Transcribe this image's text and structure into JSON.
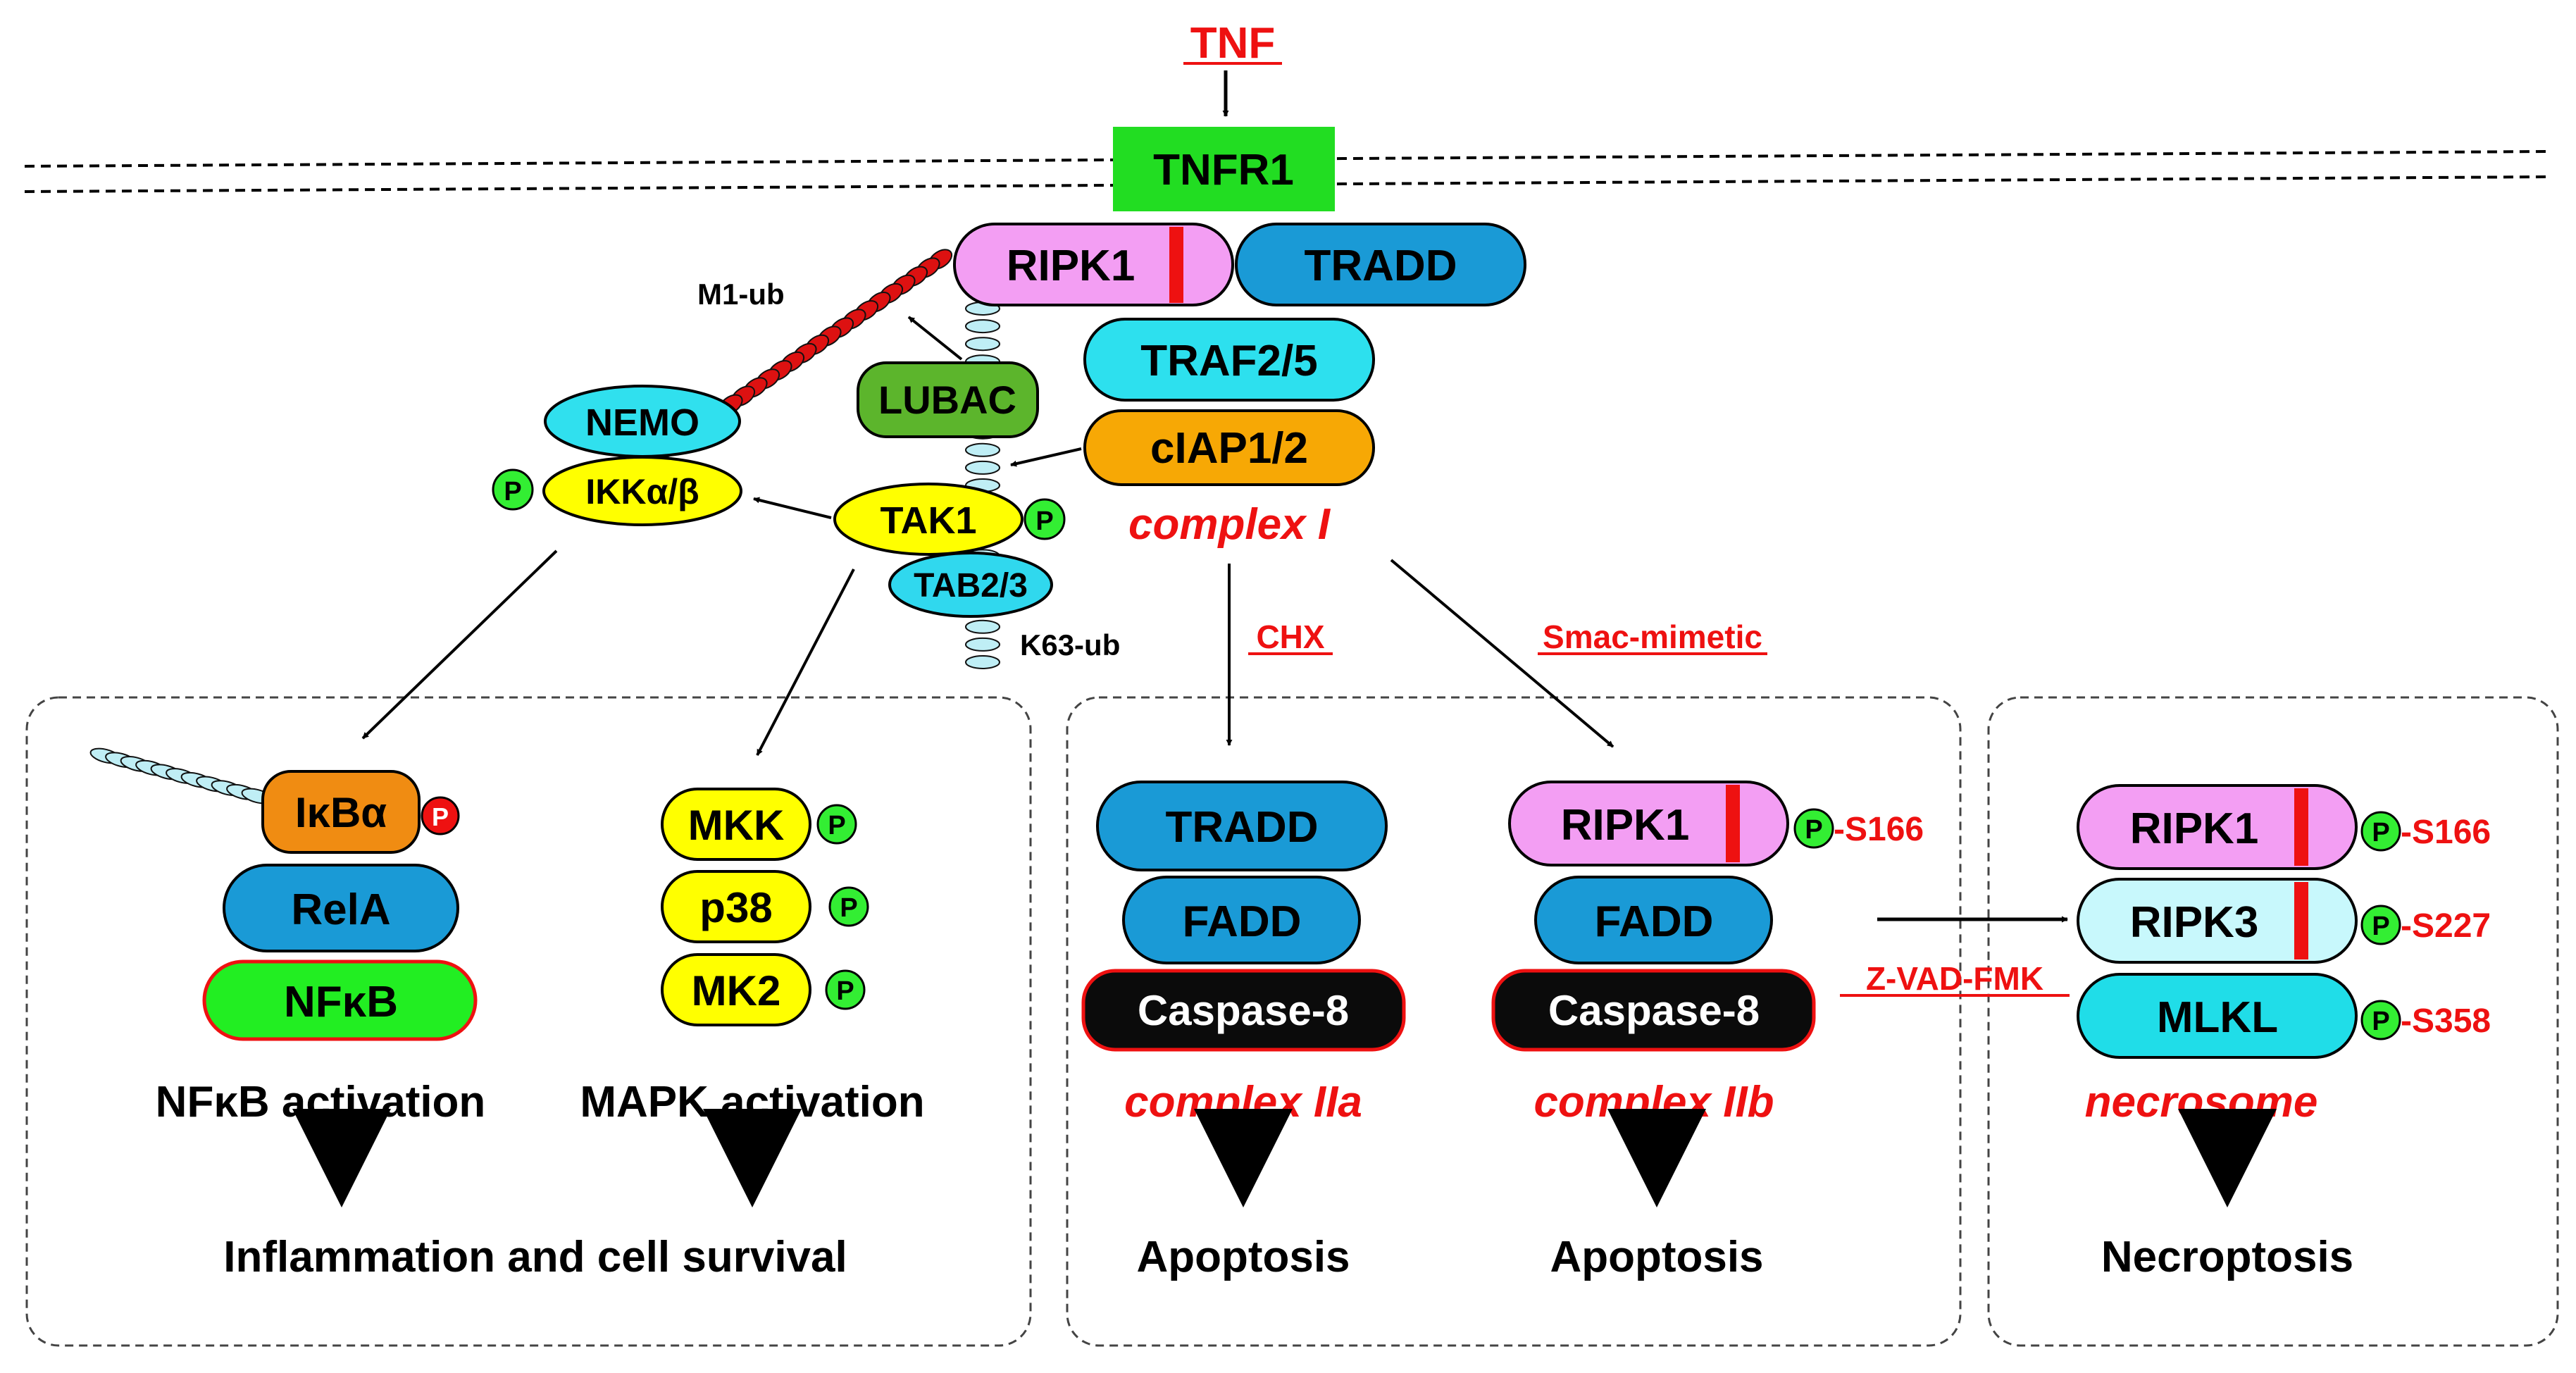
{
  "colors": {
    "red": "#ee1111",
    "tnfr1": "#22dd22",
    "ripk1": "#f39ef3",
    "tradd": "#1a9ad6",
    "traf": "#2de0ee",
    "ciap": "#f7a805",
    "lubac": "#5cb52c",
    "nemo": "#30e0ee",
    "ikk": "#ffff00",
    "tab": "#30d8ee",
    "ikba": "#f08c12",
    "nfkb": "#22ee22",
    "ripk3": "#c8f8fc",
    "mlkl": "#20dde8",
    "caspase": "#0b0b0b",
    "phospho": "#33ee33",
    "ubChainM1": "#dd1111",
    "ubChainK63": "#bfeef5"
  },
  "labels": {
    "tnf": "TNF",
    "tnfr1": "TNFR1",
    "m1ub": "M1-ub",
    "k63ub": "K63-ub",
    "chx": "CHX",
    "smac": "Smac-mimetic",
    "zvad": "Z-VAD-FMK",
    "p": "P"
  },
  "complexI": {
    "title": "complex I",
    "ripk1": "RIPK1",
    "tradd": "TRADD",
    "traf": "TRAF2/5",
    "ciap": "cIAP1/2",
    "lubac": "LUBAC",
    "nemo": "NEMO",
    "ikk": "IKKα/β",
    "tak1": "TAK1",
    "tab": "TAB2/3"
  },
  "nfkbPanel": {
    "ikba": "IκBα",
    "rela": "RelA",
    "nfkb": "NFκB",
    "activation": "NFκB activation"
  },
  "mapkPanel": {
    "mkk": "MKK",
    "p38": "p38",
    "mk2": "MK2",
    "activation": "MAPK activation"
  },
  "survival": "Inflammation and cell survival",
  "complexIIa": {
    "title": "complex IIa",
    "tradd": "TRADD",
    "fadd": "FADD",
    "casp8": "Caspase-8",
    "outcome": "Apoptosis"
  },
  "complexIIb": {
    "title": "complex IIb",
    "ripk1": "RIPK1",
    "ripk1Site": "-S166",
    "fadd": "FADD",
    "casp8": "Caspase-8",
    "outcome": "Apoptosis"
  },
  "necrosome": {
    "title": "necrosome",
    "ripk1": "RIPK1",
    "ripk1Site": "-S166",
    "ripk3": "RIPK3",
    "ripk3Site": "-S227",
    "mlkl": "MLKL",
    "mlklSite": "-S358",
    "outcome": "Necroptosis"
  }
}
